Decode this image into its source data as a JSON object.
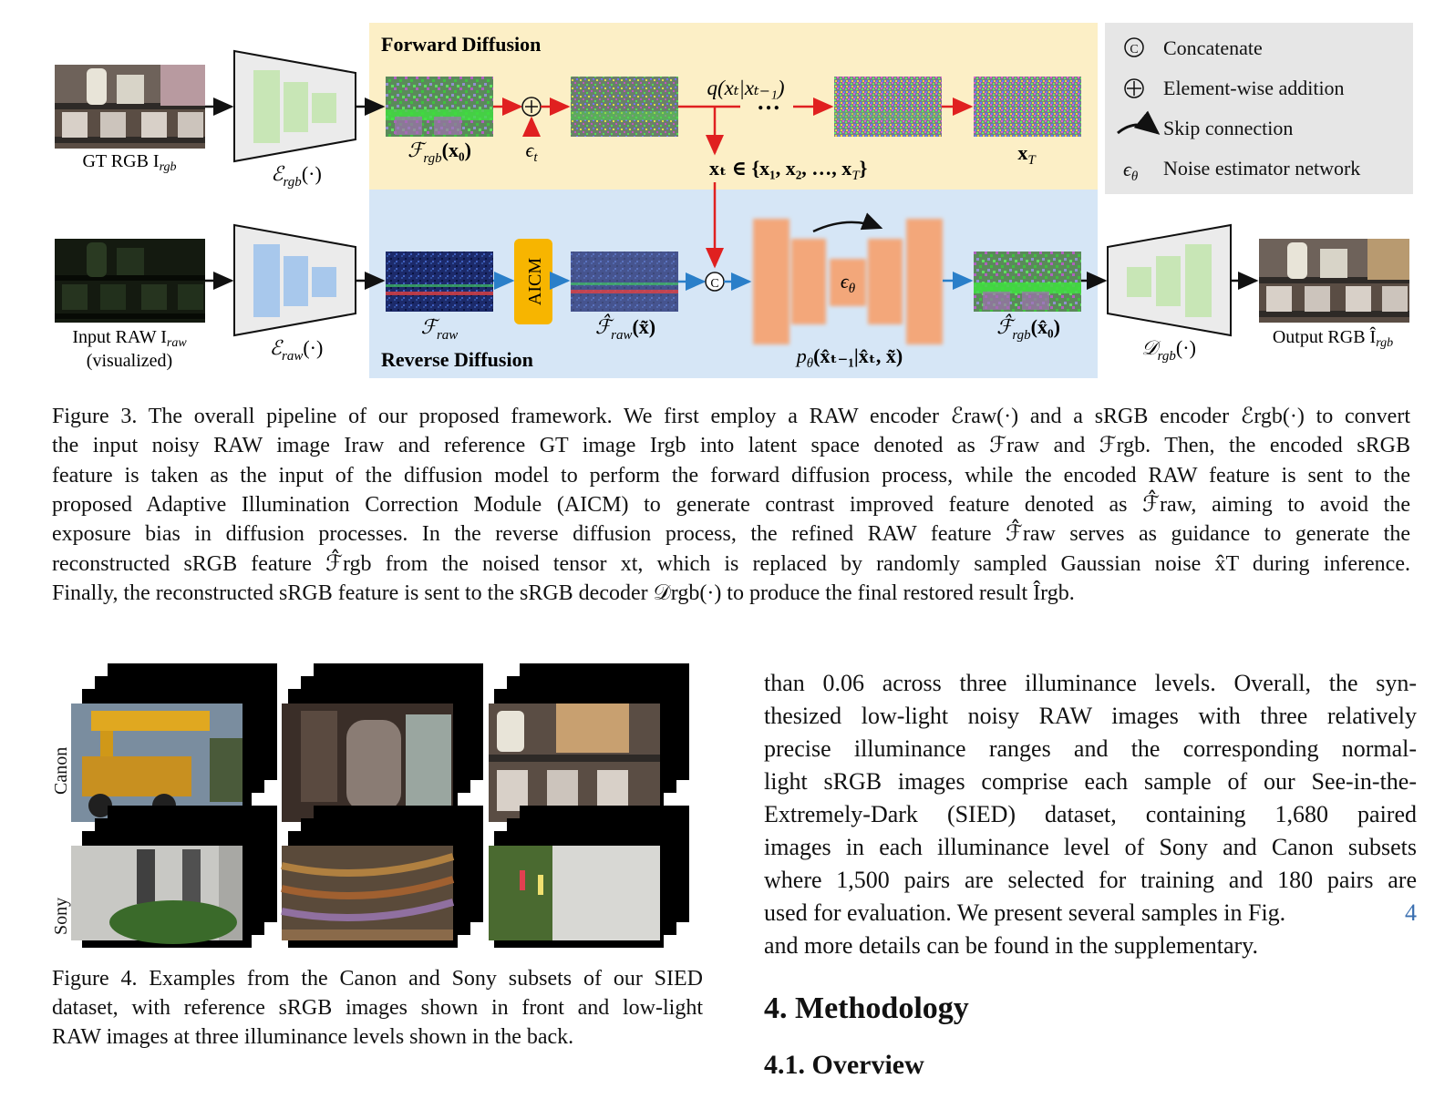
{
  "figure3": {
    "legend": {
      "concat_symbol": "Ⓒ",
      "concat_label": "Concatenate",
      "add_symbol": "⊕",
      "add_label": "Element-wise addition",
      "skip_label": "Skip connection",
      "noise_symbol": "εθ",
      "noise_label": "Noise estimator network"
    },
    "forward_title": "Forward Diffusion",
    "reverse_title": "Reverse Diffusion",
    "gt_label": "GT RGB I",
    "gt_sub": "rgb",
    "enc_rgb": "ℰ",
    "enc_rgb_sub": "rgb",
    "enc_rgb_arg": "(·)",
    "f_rgb_x0": "ℱ",
    "f_rgb_x0_sub": "rgb",
    "f_rgb_x0_arg": "(x₀)",
    "eps_t": "ϵ",
    "eps_t_sub": "t",
    "q_label": "q(xₜ|xₜ₋₁)",
    "dots": "…",
    "xt_set": "xₜ ∈ {x₁, x₂, …, x",
    "xt_set_sub": "T",
    "xt_set_end": "}",
    "xT": "x",
    "xT_sub": "T",
    "input_label_1": "Input RAW I",
    "input_sub": "raw",
    "input_label_2": "(visualized)",
    "enc_raw": "ℰ",
    "enc_raw_sub": "raw",
    "enc_raw_arg": "(·)",
    "f_raw": "ℱ",
    "f_raw_sub": "raw",
    "aicm": "AICM",
    "f_raw_hat": "ℱ̂",
    "f_raw_hat_sub": "raw",
    "f_raw_hat_arg": "(x̃)",
    "concat_node": "C",
    "add_node": "+",
    "eps_theta": "ϵ",
    "eps_theta_sub": "θ",
    "p_theta": "p",
    "p_theta_sub": "θ",
    "p_theta_arg": "(x̂ₜ₋₁|x̂ₜ, x̃)",
    "f_rgb_hat": "ℱ̂",
    "f_rgb_hat_sub": "rgb",
    "f_rgb_hat_arg": "(x̂₀)",
    "dec_rgb": "𝒟",
    "dec_rgb_sub": "rgb",
    "dec_rgb_arg": "(·)",
    "output_label": "Output RGB Î",
    "output_sub": "rgb"
  },
  "caption3": [
    "Figure 3. The overall pipeline of our proposed framework. We first employ a RAW encoder ℰraw(·) and a sRGB encoder ℰrgb(·) to convert",
    "the input noisy RAW image Iraw and reference GT image Irgb into latent space denoted as ℱraw and ℱrgb. Then, the encoded sRGB",
    "feature is taken as the input of the diffusion model to perform the forward diffusion process, while the encoded RAW feature is sent to the",
    "proposed Adaptive Illumination Correction Module (AICM) to generate contrast improved feature denoted as ℱ̂raw, aiming to avoid the",
    "exposure bias in diffusion processes. In the reverse diffusion process, the refined RAW feature ℱ̂raw serves as guidance to generate the",
    "reconstructed sRGB feature ℱ̂rgb from the noised tensor xt, which is replaced by randomly sampled Gaussian noise x̂T during inference.",
    "Finally, the reconstructed sRGB feature is sent to the sRGB decoder 𝒟rgb(·) to produce the final restored result Îrgb."
  ],
  "figure4": {
    "row_labels": [
      "Canon",
      "Sony"
    ]
  },
  "caption4": [
    "Figure 4. Examples from the Canon and Sony subsets of our SIED",
    "dataset, with reference sRGB images shown in front and low-light",
    "RAW images at three illuminance levels shown in the back."
  ],
  "body_text": [
    "than 0.06 across three illuminance levels. Overall, the syn-",
    "thesized low-light noisy RAW images with three relatively",
    "precise illuminance ranges and the corresponding normal-",
    "light sRGB images comprise each sample of our See-in-the-",
    "Extremely-Dark (SIED) dataset, containing 1,680 paired",
    "images in each illuminance level of Sony and Canon subsets",
    "where 1,500 pairs are selected for training and 180 pairs are",
    "used for evaluation. We present several samples in Fig.",
    "and more details can be found in the supplementary."
  ],
  "fig_ref": "4",
  "section_heading": "4. Methodology",
  "subsection_heading": "4.1. Overview"
}
